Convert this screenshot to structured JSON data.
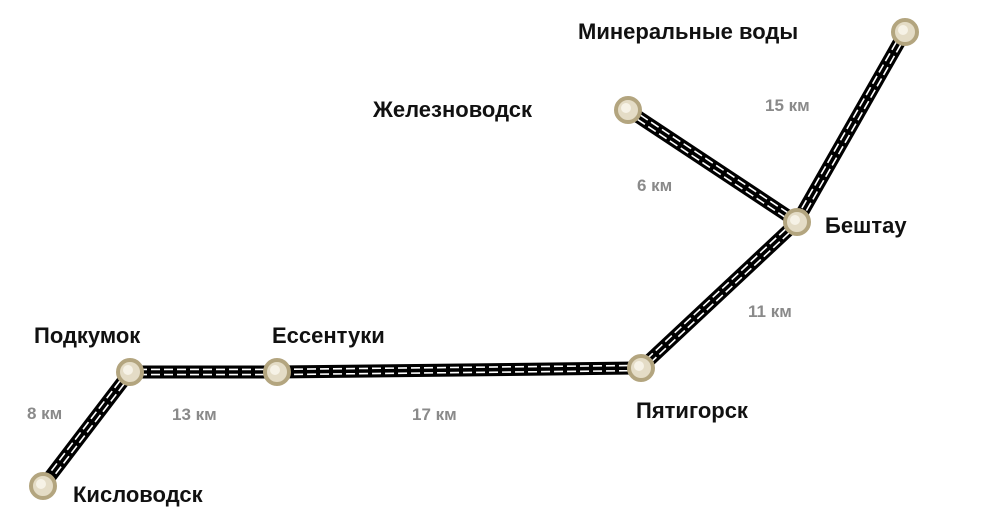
{
  "map": {
    "line_color": "#000000",
    "dash_color": "#ffffff",
    "station_fill": "#e4dcc6",
    "station_stroke": "#b3a57f",
    "distance_color": "#8a8a8a",
    "stations": [
      {
        "id": "mineralnye-vody",
        "label": "Минеральные воды"
      },
      {
        "id": "zheleznovodsk",
        "label": "Железноводск"
      },
      {
        "id": "beshtau",
        "label": "Бештау"
      },
      {
        "id": "pyatigorsk",
        "label": "Пятигорск"
      },
      {
        "id": "essentuki",
        "label": "Ессентуки"
      },
      {
        "id": "podkumok",
        "label": "Подкумок"
      },
      {
        "id": "kislovodsk",
        "label": "Кисловодск"
      }
    ],
    "segments": [
      {
        "from": "mineralnye-vody",
        "to": "beshtau",
        "distance": "15 км"
      },
      {
        "from": "zheleznovodsk",
        "to": "beshtau",
        "distance": "6 км"
      },
      {
        "from": "beshtau",
        "to": "pyatigorsk",
        "distance": "11 км"
      },
      {
        "from": "pyatigorsk",
        "to": "essentuki",
        "distance": "17 км"
      },
      {
        "from": "essentuki",
        "to": "podkumok",
        "distance": "13 км"
      },
      {
        "from": "podkumok",
        "to": "kislovodsk",
        "distance": "8 км"
      }
    ]
  }
}
